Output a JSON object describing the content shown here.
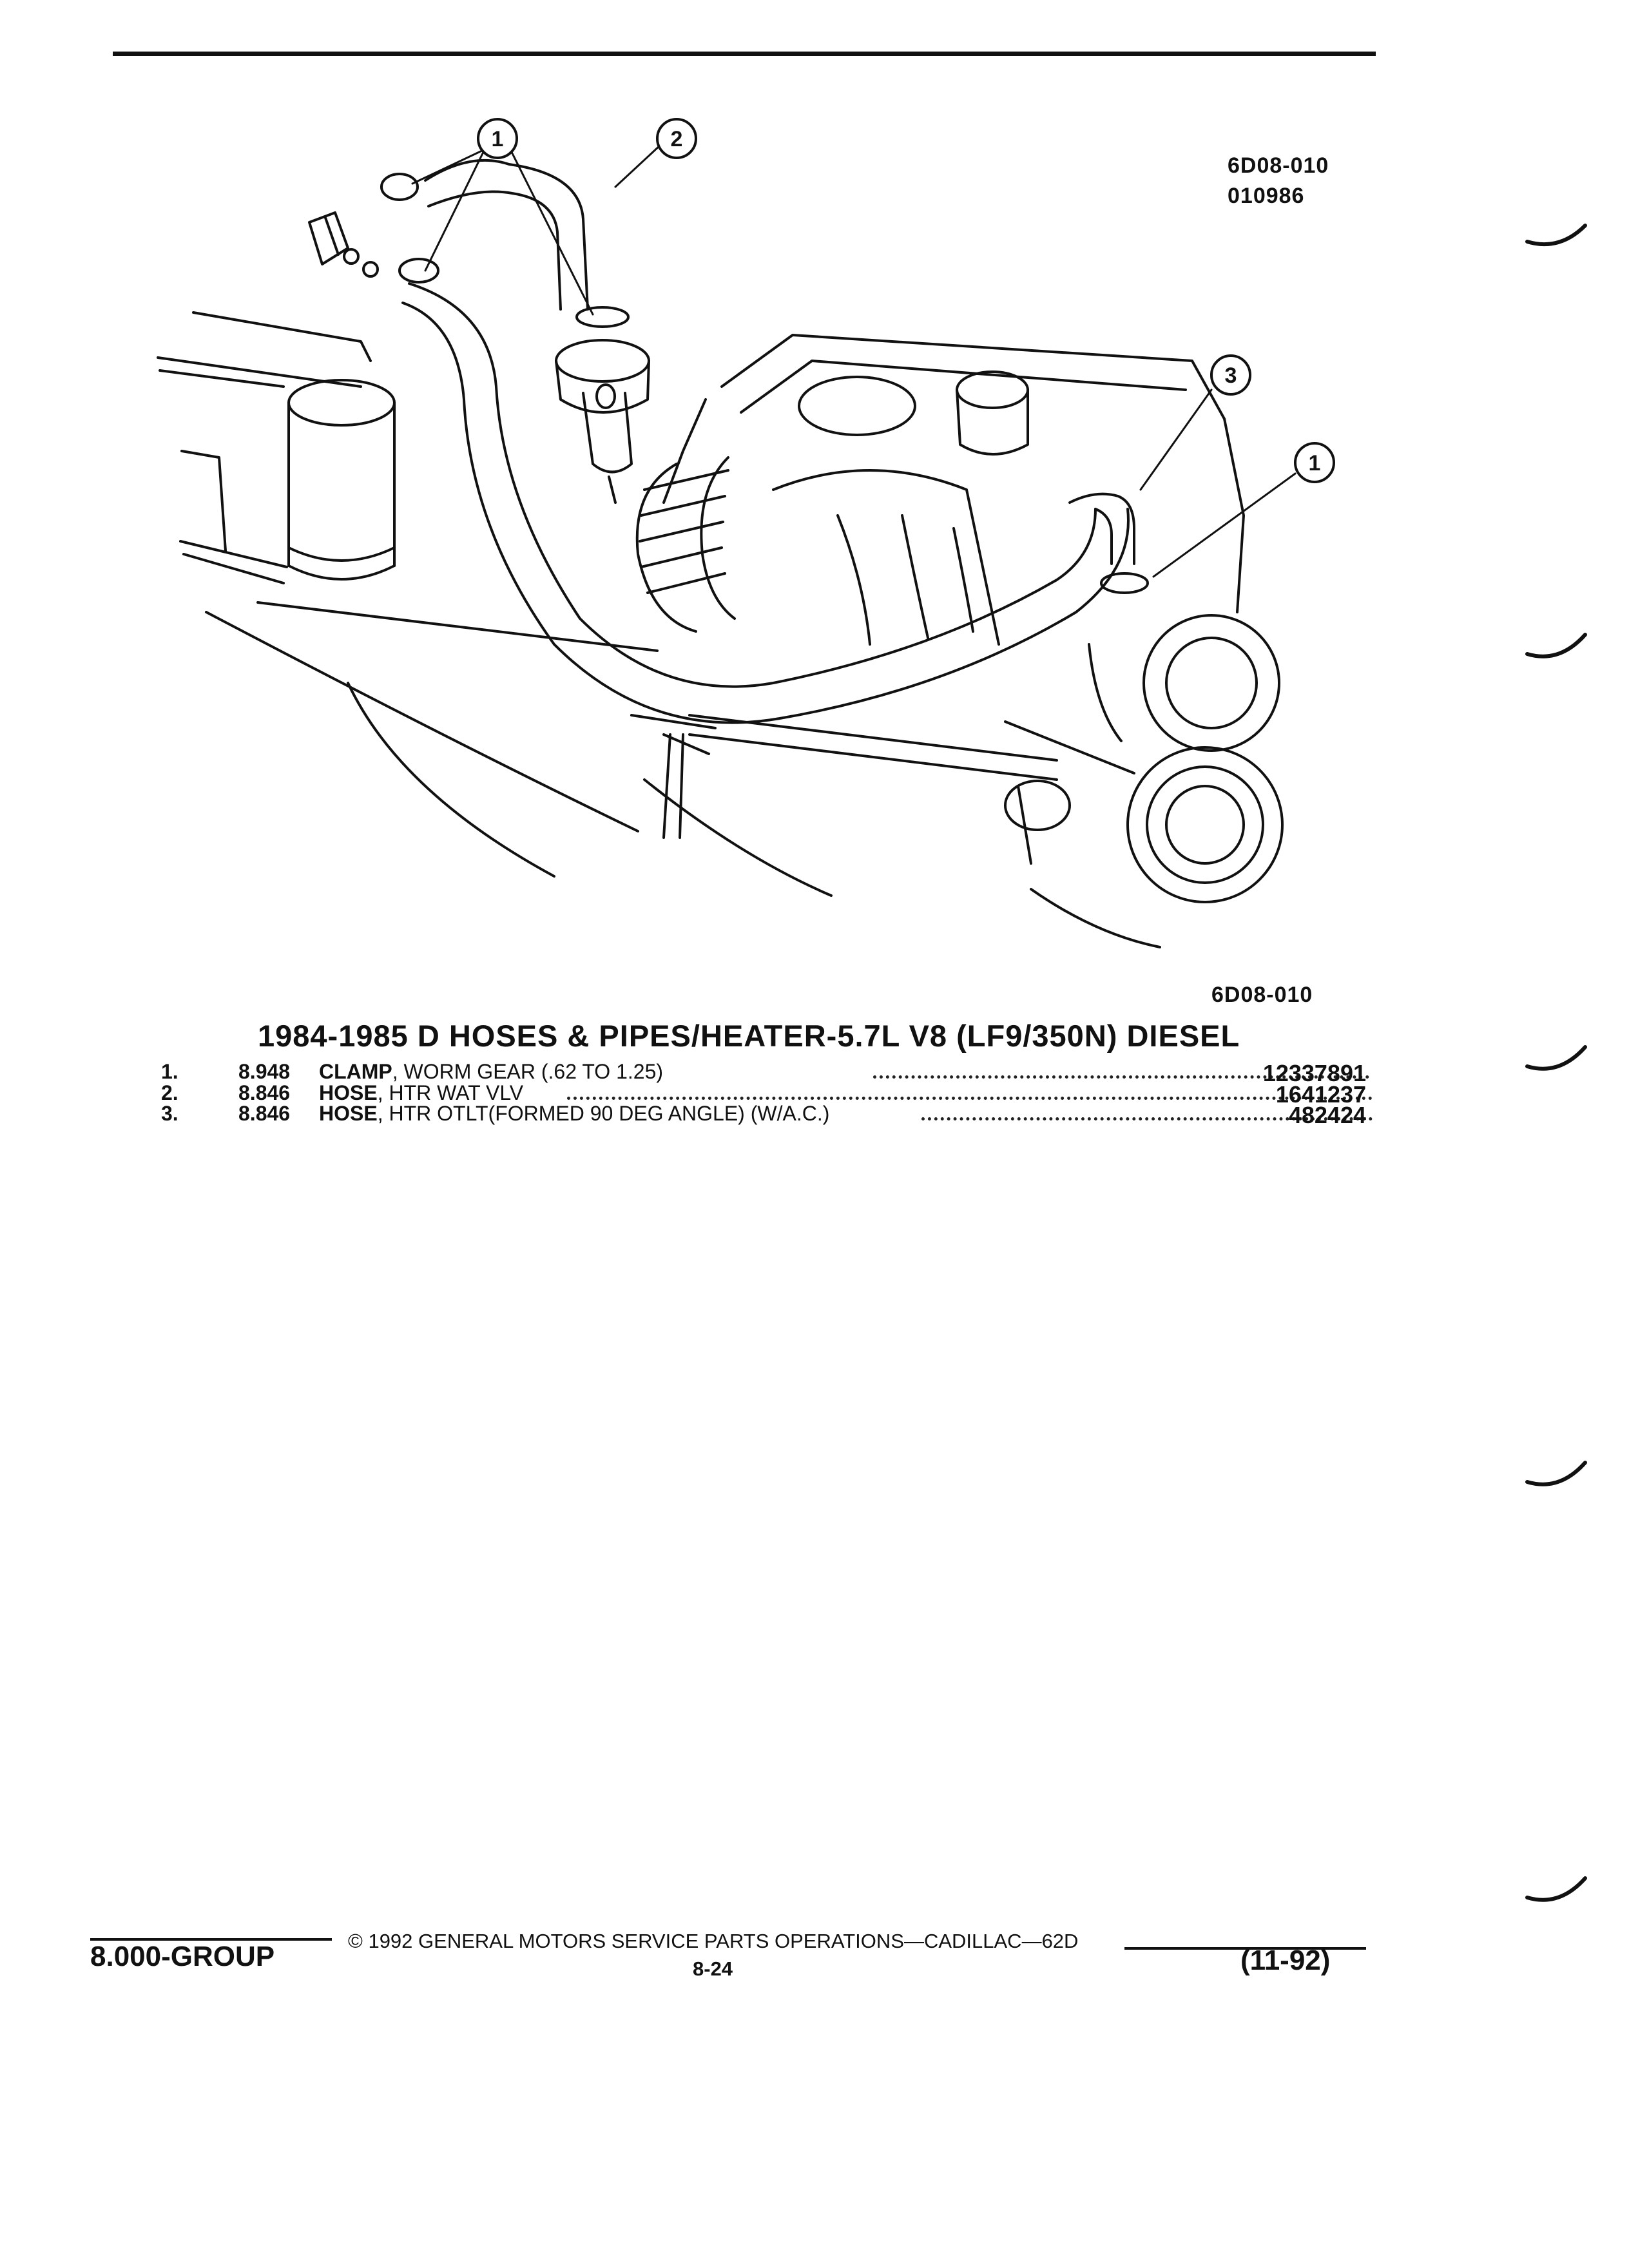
{
  "header": {
    "figure_code": "6D08-010",
    "figure_date": "010986"
  },
  "illustration": {
    "callouts": [
      "1",
      "2",
      "3",
      "1"
    ],
    "caption_code": "6D08-010"
  },
  "section_title": "1984-1985 D HOSES & PIPES/HEATER-5.7L V8 (LF9/350N) DIESEL",
  "parts": [
    {
      "ref": "1.",
      "group": "8.948",
      "name": "CLAMP",
      "detail": ", WORM GEAR (.62 TO 1.25)",
      "part_number": "12337891"
    },
    {
      "ref": "2.",
      "group": "8.846",
      "name": "HOSE",
      "detail": ", HTR WAT VLV",
      "part_number": "1641237"
    },
    {
      "ref": "3.",
      "group": "8.846",
      "name": "HOSE",
      "detail": ", HTR OTLT(FORMED 90 DEG ANGLE) (W/A.C.)",
      "part_number": "482424"
    }
  ],
  "footer": {
    "group": "8.000-GROUP",
    "copyright": "© 1992 GENERAL MOTORS SERVICE PARTS OPERATIONS—CADILLAC—62D",
    "page": "8-24",
    "date": "(11-92)"
  }
}
